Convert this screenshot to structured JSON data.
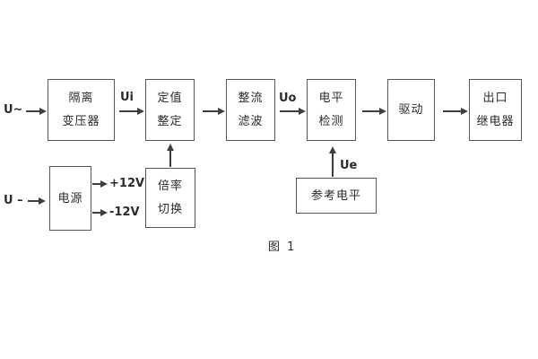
{
  "figure": {
    "caption": "图 1"
  },
  "labels": {
    "input_ac": "U~",
    "input_dc": "U –",
    "ui": "Ui",
    "uo": "Uo",
    "ue": "Ue",
    "rail_pos": "+12V",
    "rail_neg": "-12V"
  },
  "blocks": {
    "isolation_transformer": {
      "line1": "隔离",
      "line2": "变压器"
    },
    "setpoint_adjust": {
      "line1": "定值",
      "line2": "整定"
    },
    "rectifier_filter": {
      "line1": "整流",
      "line2": "滤波"
    },
    "level_detect": {
      "line1": "电平",
      "line2": "检测"
    },
    "drive": {
      "line1": "驱动"
    },
    "output_relay": {
      "line1": "出口",
      "line2": "继电器"
    },
    "power_supply": {
      "line1": "电源"
    },
    "ratio_switch": {
      "line1": "倍率",
      "line2": "切换"
    },
    "reference_level": {
      "line1": "参考电平"
    }
  },
  "colors": {
    "background": "#ffffff",
    "line": "#3f3f3f",
    "border": "#585858",
    "text": "#2b2b2b"
  }
}
